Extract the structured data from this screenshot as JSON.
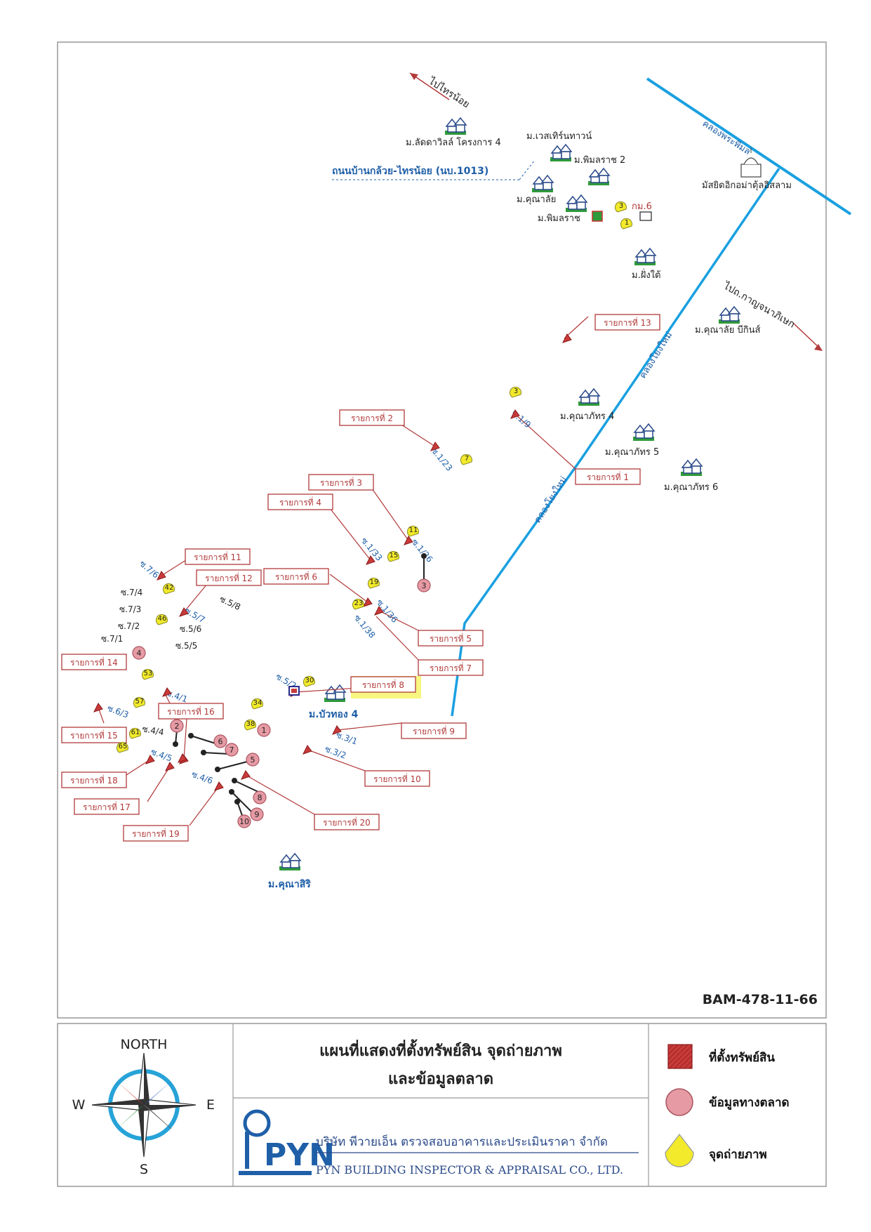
{
  "doc_code": "BAM-478-11-66",
  "title_line1": "แผนที่แสดงที่ตั้งทรัพย์สิน จุดถ่ายภาพ",
  "title_line2": "และข้อมูลตลาด",
  "company_th": "บริษัท พีวายเอ็น ตรวจสอบอาคารและประเมินราคา จำกัด",
  "company_en": "PYN BUILDING INSPECTOR & APPRAISAL CO., LTD.",
  "logo_text": "PYN",
  "compass": {
    "north": "NORTH",
    "south": "S",
    "east": "E",
    "west": "W"
  },
  "legend": {
    "property": "ที่ตั้งทรัพย์สิน",
    "market": "ข้อมูลทางตลาด",
    "photo": "จุดถ่ายภาพ"
  },
  "roads": {
    "road_main": "ถนนบ้านกล้วย-ไทรน้อย (นบ.1013)",
    "to_sainoi": "ไปไทรน้อย",
    "to_kanchanaphisek": "ไปถ.กาญจนาภิเษก",
    "canal_phrapimon": "คลองพระพิมล",
    "canal_yai": "คลองโยงใหม่"
  },
  "places": {
    "ladawan": "ม.ลัดดาวิลล์ โครงการ 4",
    "western": "ม.เวสเทิร์นทาวน์",
    "pimonrat2": "ม.พิมลราช 2",
    "khunalai": "ม.คุณาลัย",
    "pimonrat": "ม.พิมลราช",
    "mosque": "มัสยิดอิกอม่าตุ้ลอิสลาม",
    "km6": "กม.6",
    "fangtai": "ม.ฝั่งใต้",
    "khunalai_bloom": "ม.คุณาลัย บีกินส์",
    "khunapat4": "ม.คุณาภัทร 4",
    "khunapat5": "ม.คุณาภัทร 5",
    "khunapat6": "ม.คุณาภัทร 6",
    "buathong4": "ม.บัวทอง 4",
    "khunasiri": "ม.คุณาสิริ"
  },
  "items": [
    "รายการที่ 1",
    "รายการที่ 2",
    "รายการที่ 3",
    "รายการที่ 4",
    "รายการที่ 5",
    "รายการที่ 6",
    "รายการที่ 7",
    "รายการที่ 8",
    "รายการที่ 9",
    "รายการที่ 10",
    "รายการที่ 11",
    "รายการที่ 12",
    "รายการที่ 13",
    "รายการที่ 14",
    "รายการที่ 15",
    "รายการที่ 16",
    "รายการที่ 17",
    "รายการที่ 18",
    "รายการที่ 19",
    "รายการที่ 20"
  ],
  "sois": [
    "ซ.1/9",
    "ซ.1/23",
    "ซ.1/26",
    "ซ.1/33",
    "ซ.1/36",
    "ซ.1/38",
    "ซ.7/6",
    "ซ.7/4",
    "ซ.7/3",
    "ซ.7/2",
    "ซ.7/1",
    "ซ.5/7",
    "ซ.5/8",
    "ซ.5/6",
    "ซ.5/5",
    "ซ.5/2",
    "ซ.4/1",
    "ซ.6/3",
    "ซ.4/4",
    "ซ.4/5",
    "ซ.4/6",
    "ซ.3/1",
    "ซ.3/2"
  ],
  "market_points": [
    "1",
    "2",
    "3",
    "4",
    "5",
    "6",
    "7",
    "8",
    "9",
    "10"
  ],
  "photo_points": [
    "1",
    "3",
    "3",
    "7",
    "11",
    "15",
    "19",
    "23",
    "30",
    "34",
    "38",
    "42",
    "46",
    "53",
    "57",
    "61",
    "65"
  ],
  "colors": {
    "canal": "#1aa0e0",
    "item_red": "#b23a3a",
    "market": "#d98c96",
    "photo": "#f2ea2a",
    "soi_blue": "#1f5fa8",
    "highlight": "#f5f56a"
  }
}
